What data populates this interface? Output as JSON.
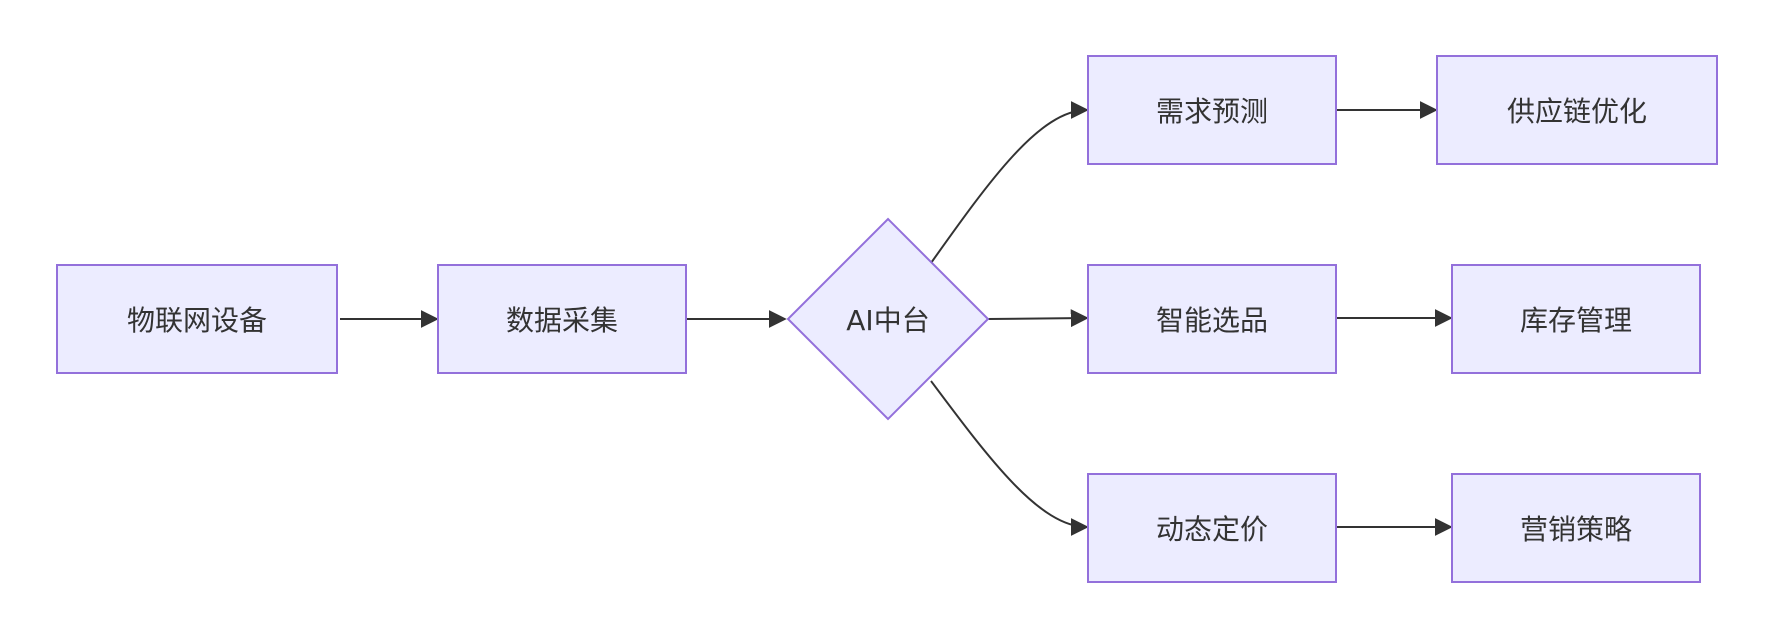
{
  "colors": {
    "node_fill": "#ececff",
    "node_stroke": "#9370db",
    "edge": "#333333",
    "text": "#333333"
  },
  "nodes": {
    "iot": "物联网设备",
    "collect": "数据采集",
    "ai": "AI中台",
    "forecast": "需求预测",
    "supply": "供应链优化",
    "select": "智能选品",
    "inventory": "库存管理",
    "pricing": "动态定价",
    "marketing": "营销策略"
  },
  "edges": [
    {
      "from": "iot",
      "to": "collect"
    },
    {
      "from": "collect",
      "to": "ai"
    },
    {
      "from": "ai",
      "to": "forecast"
    },
    {
      "from": "ai",
      "to": "select"
    },
    {
      "from": "ai",
      "to": "pricing"
    },
    {
      "from": "forecast",
      "to": "supply"
    },
    {
      "from": "select",
      "to": "inventory"
    },
    {
      "from": "pricing",
      "to": "marketing"
    }
  ]
}
